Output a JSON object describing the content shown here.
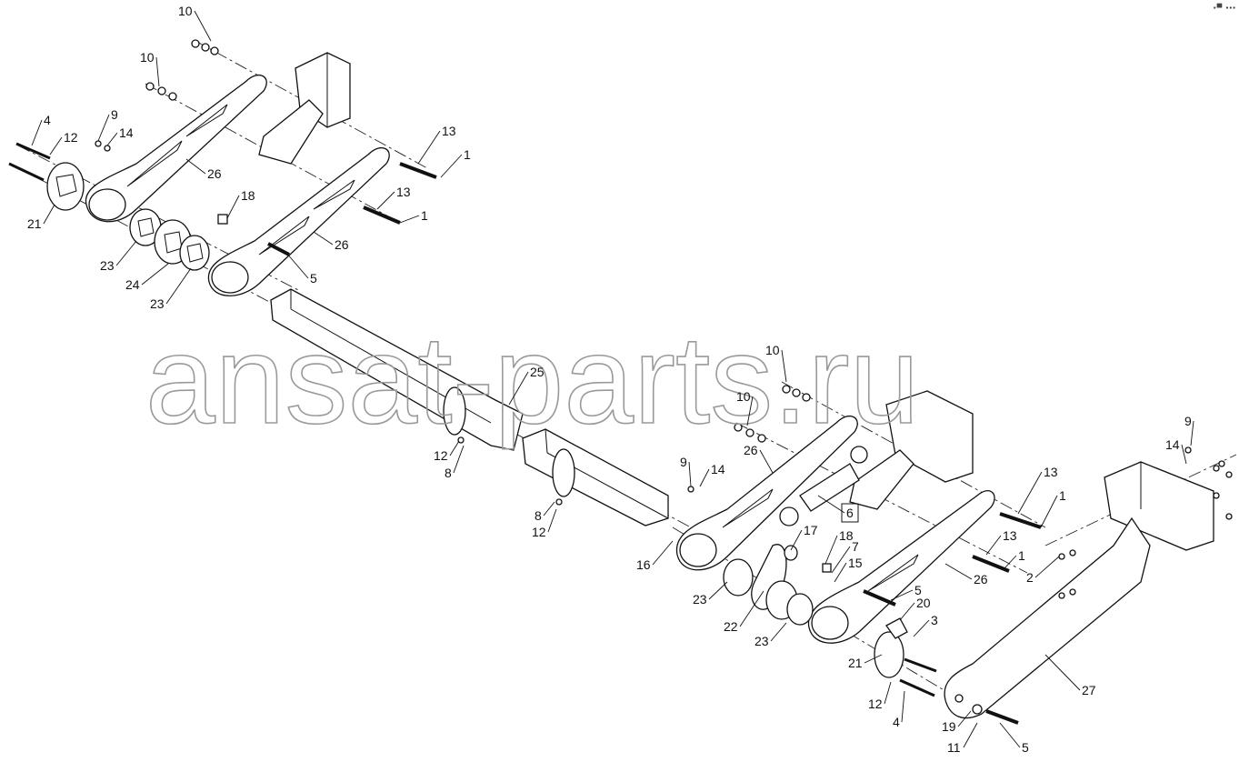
{
  "title": "Frame assembly exploded view",
  "watermark": "ansat-parts.ru",
  "corner_mark": "▪▀ ▪▪▪",
  "callouts": [
    "10",
    "10",
    "9",
    "14",
    "4",
    "12",
    "13",
    "1",
    "26",
    "18",
    "13",
    "1",
    "21",
    "26",
    "23",
    "5",
    "24",
    "23",
    "25",
    "10",
    "10",
    "12",
    "8",
    "26",
    "9",
    "14",
    "6",
    "13",
    "1",
    "9",
    "14",
    "8",
    "12",
    "17",
    "18",
    "7",
    "15",
    "13",
    "1",
    "16",
    "2",
    "26",
    "5",
    "20",
    "3",
    "23",
    "22",
    "23",
    "21",
    "12",
    "27",
    "4",
    "19",
    "11",
    "5"
  ],
  "boxed_callouts": [
    "6"
  ]
}
